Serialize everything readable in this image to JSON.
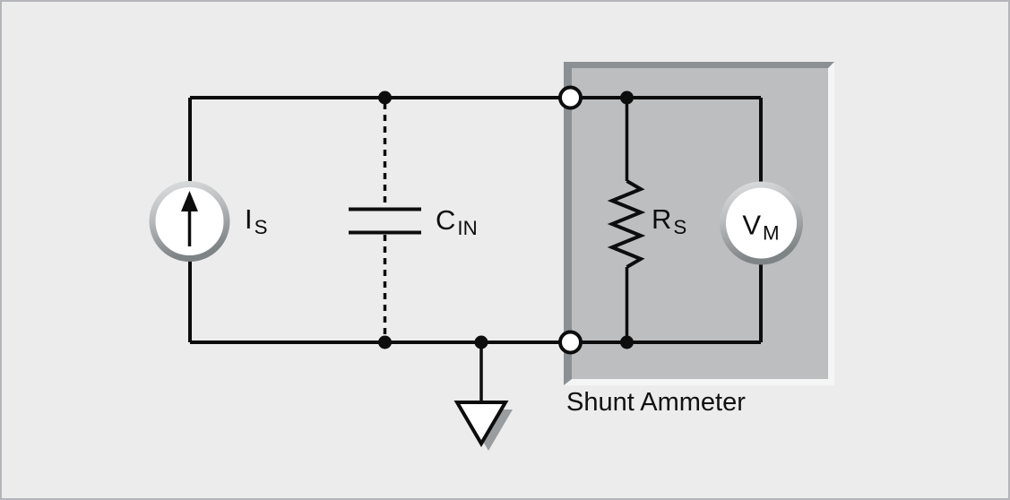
{
  "diagram": {
    "box_label": "Shunt Ammeter",
    "labels": {
      "current_source": {
        "main": "I",
        "sub": "S"
      },
      "input_capacitor": {
        "main": "C",
        "sub": "IN"
      },
      "shunt_resistor": {
        "main": "R",
        "sub": "S"
      },
      "voltmeter": {
        "main": "V",
        "sub": "M"
      }
    },
    "colors": {
      "background": "#ececec",
      "frame_border": "#b3b5ba",
      "box_fill": "#bcbec0",
      "box_edge_dark": "#8b9094",
      "box_edge_light": "#f4f6f5",
      "wire": "#0d0d0d",
      "meter_ring_light": "#d9dbdd",
      "meter_ring_dark": "#7e8386",
      "ground_shadow": "#9a9da0"
    }
  }
}
